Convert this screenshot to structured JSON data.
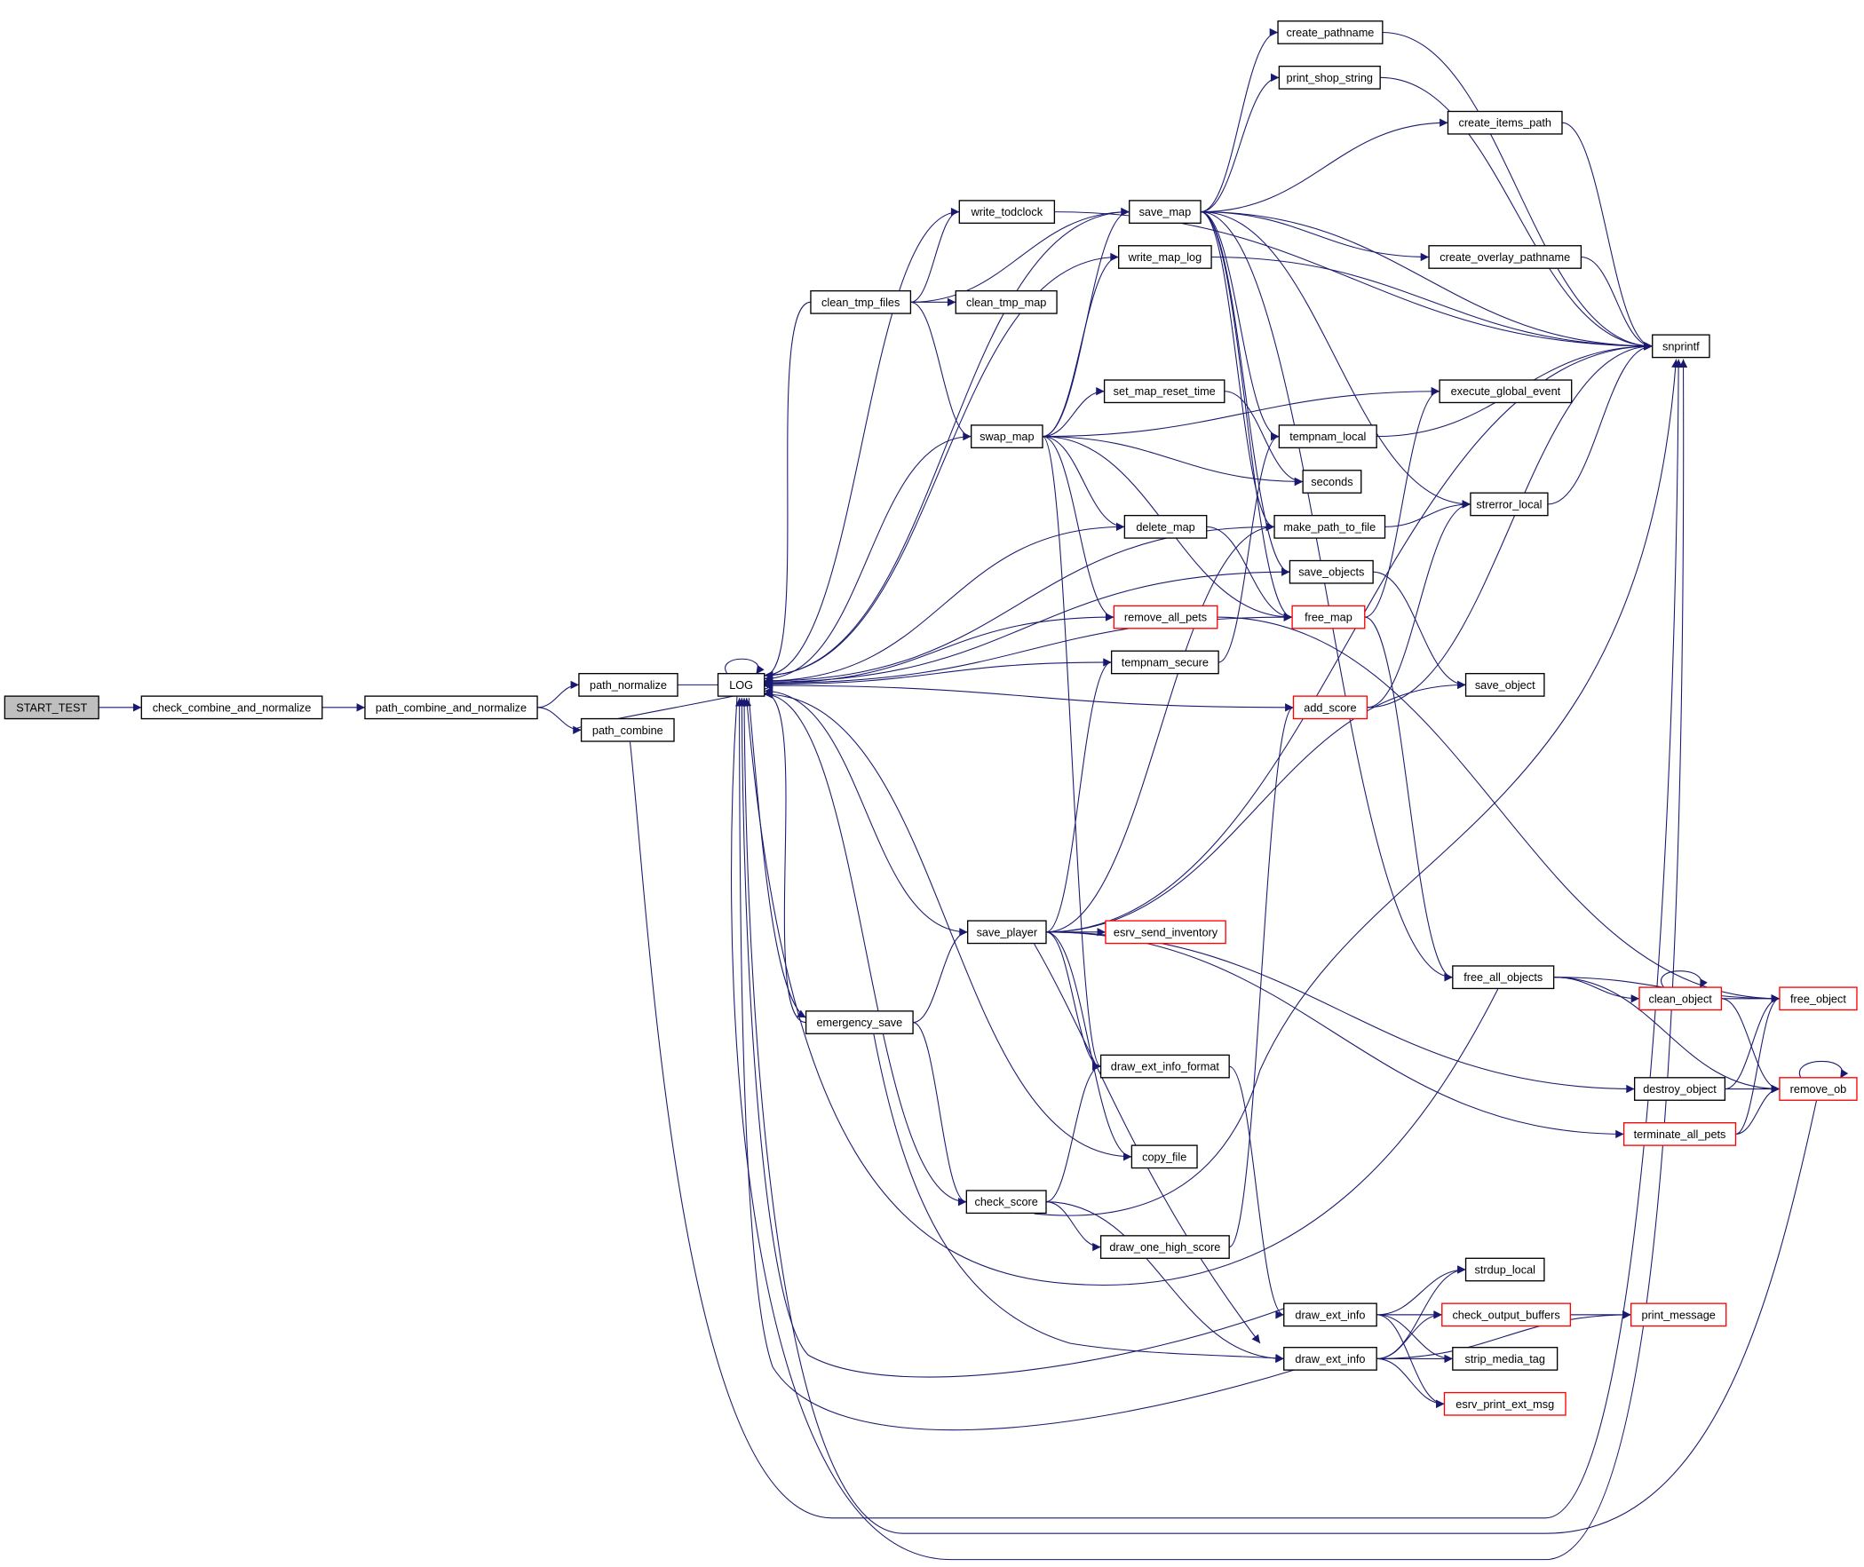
{
  "graph": {
    "edge_color": "#191970",
    "truncated_border_color": "#ff0000",
    "root_fill": "#bfbfbf",
    "nodes": [
      {
        "id": "START_TEST",
        "label": "START_TEST",
        "root": true
      },
      {
        "id": "check_combine_and_normalize",
        "label": "check_combine_and_normalize"
      },
      {
        "id": "path_combine_and_normalize",
        "label": "path_combine_and_normalize"
      },
      {
        "id": "path_normalize",
        "label": "path_normalize"
      },
      {
        "id": "path_combine",
        "label": "path_combine"
      },
      {
        "id": "LOG",
        "label": "LOG"
      },
      {
        "id": "write_todclock",
        "label": "write_todclock"
      },
      {
        "id": "save_map",
        "label": "save_map"
      },
      {
        "id": "create_pathname",
        "label": "create_pathname"
      },
      {
        "id": "print_shop_string",
        "label": "print_shop_string"
      },
      {
        "id": "create_items_path",
        "label": "create_items_path"
      },
      {
        "id": "create_overlay_pathname",
        "label": "create_overlay_pathname"
      },
      {
        "id": "snprintf",
        "label": "snprintf"
      },
      {
        "id": "clean_tmp_files",
        "label": "clean_tmp_files"
      },
      {
        "id": "clean_tmp_map",
        "label": "clean_tmp_map"
      },
      {
        "id": "write_map_log",
        "label": "write_map_log"
      },
      {
        "id": "execute_global_event",
        "label": "execute_global_event"
      },
      {
        "id": "set_map_reset_time",
        "label": "set_map_reset_time"
      },
      {
        "id": "swap_map",
        "label": "swap_map"
      },
      {
        "id": "tempnam_local",
        "label": "tempnam_local"
      },
      {
        "id": "seconds",
        "label": "seconds"
      },
      {
        "id": "make_path_to_file",
        "label": "make_path_to_file"
      },
      {
        "id": "strerror_local",
        "label": "strerror_local"
      },
      {
        "id": "delete_map",
        "label": "delete_map"
      },
      {
        "id": "save_objects",
        "label": "save_objects"
      },
      {
        "id": "free_map",
        "label": "free_map",
        "truncated": true
      },
      {
        "id": "remove_all_pets",
        "label": "remove_all_pets",
        "truncated": true
      },
      {
        "id": "tempnam_secure",
        "label": "tempnam_secure"
      },
      {
        "id": "save_object",
        "label": "save_object"
      },
      {
        "id": "add_score",
        "label": "add_score",
        "truncated": true
      },
      {
        "id": "save_player",
        "label": "save_player"
      },
      {
        "id": "esrv_send_inventory",
        "label": "esrv_send_inventory",
        "truncated": true
      },
      {
        "id": "free_all_objects",
        "label": "free_all_objects"
      },
      {
        "id": "clean_object",
        "label": "clean_object",
        "truncated": true
      },
      {
        "id": "free_object",
        "label": "free_object",
        "truncated": true
      },
      {
        "id": "emergency_save",
        "label": "emergency_save"
      },
      {
        "id": "draw_ext_info_format",
        "label": "draw_ext_info_format"
      },
      {
        "id": "destroy_object",
        "label": "destroy_object"
      },
      {
        "id": "remove_ob",
        "label": "remove_ob",
        "truncated": true
      },
      {
        "id": "terminate_all_pets",
        "label": "terminate_all_pets",
        "truncated": true
      },
      {
        "id": "copy_file",
        "label": "copy_file"
      },
      {
        "id": "check_score",
        "label": "check_score"
      },
      {
        "id": "draw_one_high_score",
        "label": "draw_one_high_score"
      },
      {
        "id": "strdup_local",
        "label": "strdup_local"
      },
      {
        "id": "draw_ext_info_1",
        "label": "draw_ext_info"
      },
      {
        "id": "check_output_buffers",
        "label": "check_output_buffers",
        "truncated": true
      },
      {
        "id": "print_message",
        "label": "print_message",
        "truncated": true
      },
      {
        "id": "strip_media_tag",
        "label": "strip_media_tag"
      },
      {
        "id": "draw_ext_info_2",
        "label": "draw_ext_info"
      },
      {
        "id": "esrv_print_ext_msg",
        "label": "esrv_print_ext_msg",
        "truncated": true
      }
    ],
    "edges": [
      [
        "START_TEST",
        "check_combine_and_normalize"
      ],
      [
        "check_combine_and_normalize",
        "path_combine_and_normalize"
      ],
      [
        "path_combine_and_normalize",
        "path_normalize"
      ],
      [
        "path_combine_and_normalize",
        "path_combine"
      ],
      [
        "path_normalize",
        "LOG"
      ],
      [
        "path_combine",
        "LOG"
      ],
      [
        "path_combine",
        "snprintf"
      ],
      [
        "LOG",
        "LOG"
      ],
      [
        "LOG",
        "snprintf"
      ],
      [
        "LOG",
        "emergency_save"
      ],
      [
        "clean_tmp_files",
        "LOG"
      ],
      [
        "write_todclock",
        "LOG"
      ],
      [
        "save_map",
        "LOG"
      ],
      [
        "write_map_log",
        "LOG"
      ],
      [
        "swap_map",
        "LOG"
      ],
      [
        "delete_map",
        "LOG"
      ],
      [
        "make_path_to_file",
        "LOG"
      ],
      [
        "save_objects",
        "LOG"
      ],
      [
        "remove_all_pets",
        "LOG"
      ],
      [
        "tempnam_secure",
        "LOG"
      ],
      [
        "free_map",
        "LOG"
      ],
      [
        "add_score",
        "LOG"
      ],
      [
        "save_player",
        "LOG"
      ],
      [
        "emergency_save",
        "LOG"
      ],
      [
        "copy_file",
        "LOG"
      ],
      [
        "check_score",
        "LOG"
      ],
      [
        "free_all_objects",
        "LOG"
      ],
      [
        "draw_ext_info_1",
        "LOG"
      ],
      [
        "draw_ext_info_2",
        "LOG"
      ],
      [
        "remove_ob",
        "LOG"
      ],
      [
        "clean_tmp_files",
        "write_todclock"
      ],
      [
        "clean_tmp_files",
        "save_map"
      ],
      [
        "clean_tmp_files",
        "clean_tmp_map"
      ],
      [
        "clean_tmp_files",
        "swap_map"
      ],
      [
        "write_todclock",
        "snprintf"
      ],
      [
        "save_map",
        "create_pathname"
      ],
      [
        "save_map",
        "print_shop_string"
      ],
      [
        "save_map",
        "create_items_path"
      ],
      [
        "save_map",
        "snprintf"
      ],
      [
        "save_map",
        "create_overlay_pathname"
      ],
      [
        "save_map",
        "tempnam_local"
      ],
      [
        "save_map",
        "strerror_local"
      ],
      [
        "save_map",
        "save_objects"
      ],
      [
        "save_map",
        "free_all_objects"
      ],
      [
        "save_map",
        "make_path_to_file"
      ],
      [
        "save_map",
        "free_map"
      ],
      [
        "create_pathname",
        "snprintf"
      ],
      [
        "print_shop_string",
        "snprintf"
      ],
      [
        "create_items_path",
        "snprintf"
      ],
      [
        "create_overlay_pathname",
        "snprintf"
      ],
      [
        "write_map_log",
        "snprintf"
      ],
      [
        "swap_map",
        "save_map"
      ],
      [
        "swap_map",
        "write_map_log"
      ],
      [
        "swap_map",
        "set_map_reset_time"
      ],
      [
        "swap_map",
        "execute_global_event"
      ],
      [
        "swap_map",
        "delete_map"
      ],
      [
        "swap_map",
        "remove_all_pets"
      ],
      [
        "swap_map",
        "free_map"
      ],
      [
        "swap_map",
        "draw_ext_info_format"
      ],
      [
        "swap_map",
        "seconds"
      ],
      [
        "set_map_reset_time",
        "seconds"
      ],
      [
        "tempnam_local",
        "snprintf"
      ],
      [
        "make_path_to_file",
        "strerror_local"
      ],
      [
        "strerror_local",
        "snprintf"
      ],
      [
        "delete_map",
        "free_map"
      ],
      [
        "save_objects",
        "save_object"
      ],
      [
        "free_map",
        "execute_global_event"
      ],
      [
        "free_map",
        "free_all_objects"
      ],
      [
        "remove_all_pets",
        "free_object"
      ],
      [
        "tempnam_secure",
        "tempnam_local"
      ],
      [
        "add_score",
        "strerror_local"
      ],
      [
        "add_score",
        "snprintf"
      ],
      [
        "save_player",
        "tempnam_secure"
      ],
      [
        "save_player",
        "make_path_to_file"
      ],
      [
        "save_player",
        "save_object"
      ],
      [
        "save_player",
        "snprintf"
      ],
      [
        "save_player",
        "esrv_send_inventory"
      ],
      [
        "save_player",
        "draw_ext_info_format"
      ],
      [
        "save_player",
        "copy_file"
      ],
      [
        "save_player",
        "destroy_object"
      ],
      [
        "save_player",
        "terminate_all_pets"
      ],
      [
        "save_player",
        "draw_ext_info_2"
      ],
      [
        "emergency_save",
        "save_player"
      ],
      [
        "emergency_save",
        "check_score"
      ],
      [
        "emergency_save",
        "draw_ext_info_2"
      ],
      [
        "free_all_objects",
        "clean_object"
      ],
      [
        "free_all_objects",
        "free_object"
      ],
      [
        "free_all_objects",
        "remove_ob"
      ],
      [
        "clean_object",
        "clean_object"
      ],
      [
        "clean_object",
        "free_object"
      ],
      [
        "clean_object",
        "remove_ob"
      ],
      [
        "destroy_object",
        "free_object"
      ],
      [
        "destroy_object",
        "remove_ob"
      ],
      [
        "terminate_all_pets",
        "free_object"
      ],
      [
        "terminate_all_pets",
        "remove_ob"
      ],
      [
        "remove_ob",
        "remove_ob"
      ],
      [
        "draw_ext_info_format",
        "draw_ext_info_1"
      ],
      [
        "check_score",
        "draw_ext_info_format"
      ],
      [
        "check_score",
        "draw_one_high_score"
      ],
      [
        "check_score",
        "draw_ext_info_2"
      ],
      [
        "check_score",
        "snprintf"
      ],
      [
        "draw_one_high_score",
        "add_score"
      ],
      [
        "draw_ext_info_1",
        "strdup_local"
      ],
      [
        "draw_ext_info_1",
        "check_output_buffers"
      ],
      [
        "draw_ext_info_1",
        "strip_media_tag"
      ],
      [
        "draw_ext_info_1",
        "esrv_print_ext_msg"
      ],
      [
        "draw_ext_info_1",
        "print_message"
      ],
      [
        "draw_ext_info_2",
        "strdup_local"
      ],
      [
        "draw_ext_info_2",
        "check_output_buffers"
      ],
      [
        "draw_ext_info_2",
        "strip_media_tag"
      ],
      [
        "draw_ext_info_2",
        "esrv_print_ext_msg"
      ],
      [
        "draw_ext_info_2",
        "print_message"
      ],
      [
        "check_output_buffers",
        "print_message"
      ]
    ]
  }
}
